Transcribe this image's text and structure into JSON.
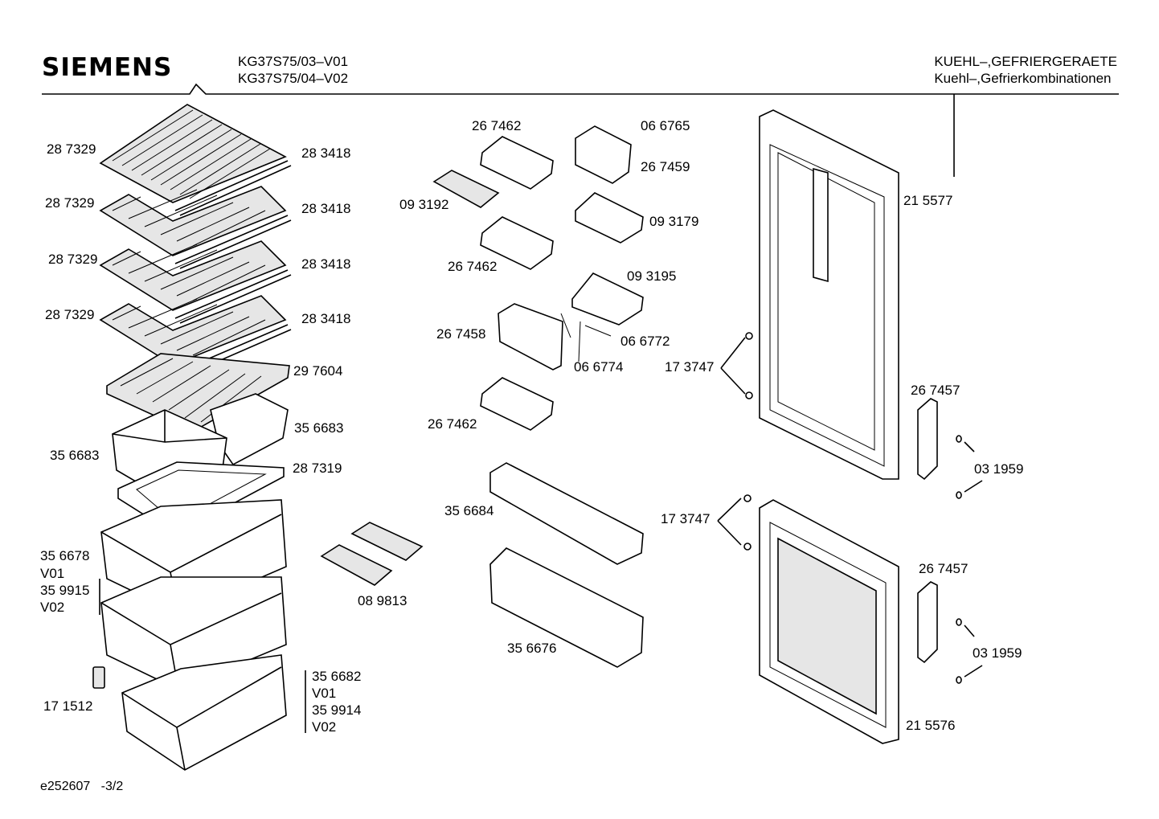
{
  "header": {
    "brand": "SIEMENS",
    "models": [
      "KG37S75/03–V01",
      "KG37S75/04–V02"
    ],
    "category": [
      "KUEHL–,GEFRIERGERAETE",
      "Kuehl–,Gefrierkombinationen"
    ]
  },
  "footer": {
    "doc_id": "e252607",
    "page": "-3/2"
  },
  "labels": {
    "shelf_1_left": "28 7329",
    "shelf_1_right": "28 3418",
    "shelf_2_left": "28 7329",
    "shelf_2_right": "28 3418",
    "shelf_3_left": "28 7329",
    "shelf_3_right": "28 3418",
    "shelf_4_left": "28 7329",
    "shelf_4_right": "28 3418",
    "glass_shelf": "29 7604",
    "small_box_right": "35 6683",
    "small_box_left": "35 6683",
    "box_frame": "28 7319",
    "drawer_upper": [
      "35 6678",
      "V01",
      "35 9915",
      "V02"
    ],
    "drawer_lower": [
      "35 6682",
      "V01",
      "35 9914",
      "V02"
    ],
    "clip": "17 1512",
    "ice_trays": "08 9813",
    "door_bin_top": "26 7462",
    "egg_tray": "09 3192",
    "door_bin_mid": "26 7462",
    "door_bin_low": "26 7462",
    "lid_screw": "06 6765",
    "lidded_box": "26 7459",
    "tray_a": "09 3179",
    "tray_b": "09 3195",
    "flap": "26 7458",
    "pin": "06 6772",
    "spring": "06 6774",
    "long_bin": "35 6684",
    "tall_bin": "35 6676",
    "upper_door": "21 5577",
    "lower_door": "21 5576",
    "screws_upper": "17 3747",
    "screws_lower": "17 3747",
    "handle_upper": "26 7457",
    "handle_lower": "26 7457",
    "caps_upper": "03 1959",
    "caps_lower": "03 1959"
  }
}
